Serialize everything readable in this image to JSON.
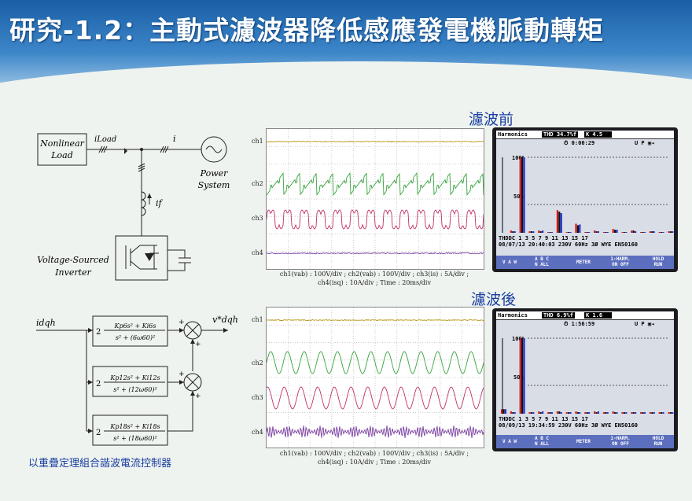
{
  "title": "研究-1.2：主動式濾波器降低感應發電機脈動轉矩",
  "circuit": {
    "load_line1": "Nonlinear",
    "load_line2": "Load",
    "i_load": "iLoad",
    "i": "i",
    "i_f": "if",
    "power_line1": "Power",
    "power_line2": "System",
    "inv_line1": "Voltage-Sourced",
    "inv_line2": "Inverter"
  },
  "control": {
    "input": "idqh",
    "output": "v*dqh",
    "blocks": [
      {
        "num": "Kp6s² + Ki6s",
        "den": "s² + (6ω60)²"
      },
      {
        "num": "Kp12s² + Ki12s",
        "den": "s² + (12ω60)²"
      },
      {
        "num": "Kp18s² + Ki18s",
        "den": "s² + (18ω60)²"
      }
    ]
  },
  "caption_bottom": "以重疊定理組合諧波電流控制器",
  "label_before": "濾波前",
  "label_after": "濾波後",
  "scope_channels": [
    "ch1",
    "ch2",
    "ch3",
    "ch4"
  ],
  "scope_caption_before": [
    "ch1(vab) : 100V/div ; ch2(vab) : 100V/div ; ch3(is) : 5A/div ;",
    "ch4(isq) : 10A/div ; Time : 20ms/div"
  ],
  "scope_caption_after": [
    "ch1(vab) : 100V/div ; ch2(vab) : 100V/div ; ch3(is) : 5A/div ;",
    "ch4(isq) : 10A/div ; Time : 20ms/div"
  ],
  "meter_before": {
    "header": "Harmonics",
    "thd": "THD 34.7%f",
    "k": "K  4.5",
    "time": "0:00:29",
    "pct100": "100%",
    "pct50": "50%",
    "axis": "THDDC 1   3   5   7   9   11  13  15  17",
    "status": "08/07/13 20:40:03    230V 60Hz 3Ø WYE  EN50160",
    "bars": [
      {
        "h": "THD",
        "r": 0.0,
        "g": 0.0,
        "b": 0.0
      },
      {
        "h": "DC",
        "r": 0.03,
        "g": 0.02,
        "b": 0.02
      },
      {
        "h": "1",
        "r": 1.0,
        "g": 1.0,
        "b": 1.0
      },
      {
        "h": "2",
        "r": 0.02,
        "g": 0.02,
        "b": 0.02
      },
      {
        "h": "3",
        "r": 0.03,
        "g": 0.02,
        "b": 0.03
      },
      {
        "h": "4",
        "r": 0.01,
        "g": 0.01,
        "b": 0.01
      },
      {
        "h": "5",
        "r": 0.3,
        "g": 0.28,
        "b": 0.26
      },
      {
        "h": "6",
        "r": 0.01,
        "g": 0.01,
        "b": 0.01
      },
      {
        "h": "7",
        "r": 0.12,
        "g": 0.1,
        "b": 0.11
      },
      {
        "h": "8",
        "r": 0.01,
        "g": 0.01,
        "b": 0.01
      },
      {
        "h": "9",
        "r": 0.03,
        "g": 0.02,
        "b": 0.02
      },
      {
        "h": "10",
        "r": 0.01,
        "g": 0.01,
        "b": 0.01
      },
      {
        "h": "11",
        "r": 0.05,
        "g": 0.04,
        "b": 0.04
      },
      {
        "h": "12",
        "r": 0.01,
        "g": 0.01,
        "b": 0.01
      },
      {
        "h": "13",
        "r": 0.03,
        "g": 0.03,
        "b": 0.02
      },
      {
        "h": "14",
        "r": 0.01,
        "g": 0.01,
        "b": 0.01
      },
      {
        "h": "15",
        "r": 0.02,
        "g": 0.02,
        "b": 0.02
      },
      {
        "h": "16",
        "r": 0.01,
        "g": 0.01,
        "b": 0.01
      },
      {
        "h": "17",
        "r": 0.02,
        "g": 0.02,
        "b": 0.02
      }
    ],
    "softkeys": [
      "V A W",
      "A  B  C\nN  ALL",
      "METER",
      "1-HARM.\nON  OFF",
      "HOLD\nRUN"
    ]
  },
  "meter_after": {
    "header": "Harmonics",
    "thd": "THD  6.9%f",
    "k": "K  1.6",
    "time": "1:56:59",
    "pct100": "100%",
    "pct50": "50%",
    "axis": "THDDC 1   3   5   7   9   11  13  15  17",
    "status": "08/09/13 19:34:59    230V 60Hz 3Ø WYE  EN50160",
    "bars": [
      {
        "h": "THD",
        "r": 0.06,
        "g": 0.06,
        "b": 0.06
      },
      {
        "h": "DC",
        "r": 0.03,
        "g": 0.02,
        "b": 0.02
      },
      {
        "h": "1",
        "r": 1.0,
        "g": 1.0,
        "b": 1.0
      },
      {
        "h": "2",
        "r": 0.02,
        "g": 0.02,
        "b": 0.02
      },
      {
        "h": "3",
        "r": 0.03,
        "g": 0.02,
        "b": 0.03
      },
      {
        "h": "4",
        "r": 0.02,
        "g": 0.02,
        "b": 0.02
      },
      {
        "h": "5",
        "r": 0.03,
        "g": 0.03,
        "b": 0.02
      },
      {
        "h": "6",
        "r": 0.02,
        "g": 0.02,
        "b": 0.02
      },
      {
        "h": "7",
        "r": 0.03,
        "g": 0.02,
        "b": 0.02
      },
      {
        "h": "8",
        "r": 0.02,
        "g": 0.02,
        "b": 0.02
      },
      {
        "h": "9",
        "r": 0.03,
        "g": 0.02,
        "b": 0.03
      },
      {
        "h": "10",
        "r": 0.02,
        "g": 0.02,
        "b": 0.02
      },
      {
        "h": "11",
        "r": 0.03,
        "g": 0.02,
        "b": 0.02
      },
      {
        "h": "12",
        "r": 0.02,
        "g": 0.02,
        "b": 0.02
      },
      {
        "h": "13",
        "r": 0.02,
        "g": 0.02,
        "b": 0.02
      },
      {
        "h": "14",
        "r": 0.02,
        "g": 0.02,
        "b": 0.02
      },
      {
        "h": "15",
        "r": 0.02,
        "g": 0.02,
        "b": 0.02
      },
      {
        "h": "16",
        "r": 0.02,
        "g": 0.02,
        "b": 0.02
      },
      {
        "h": "17",
        "r": 0.02,
        "g": 0.02,
        "b": 0.02
      }
    ],
    "softkeys": [
      "V A W",
      "A  B  C\nN  ALL",
      "METER",
      "1-HARM.\nON  OFF",
      "HOLD\nRUN"
    ]
  }
}
